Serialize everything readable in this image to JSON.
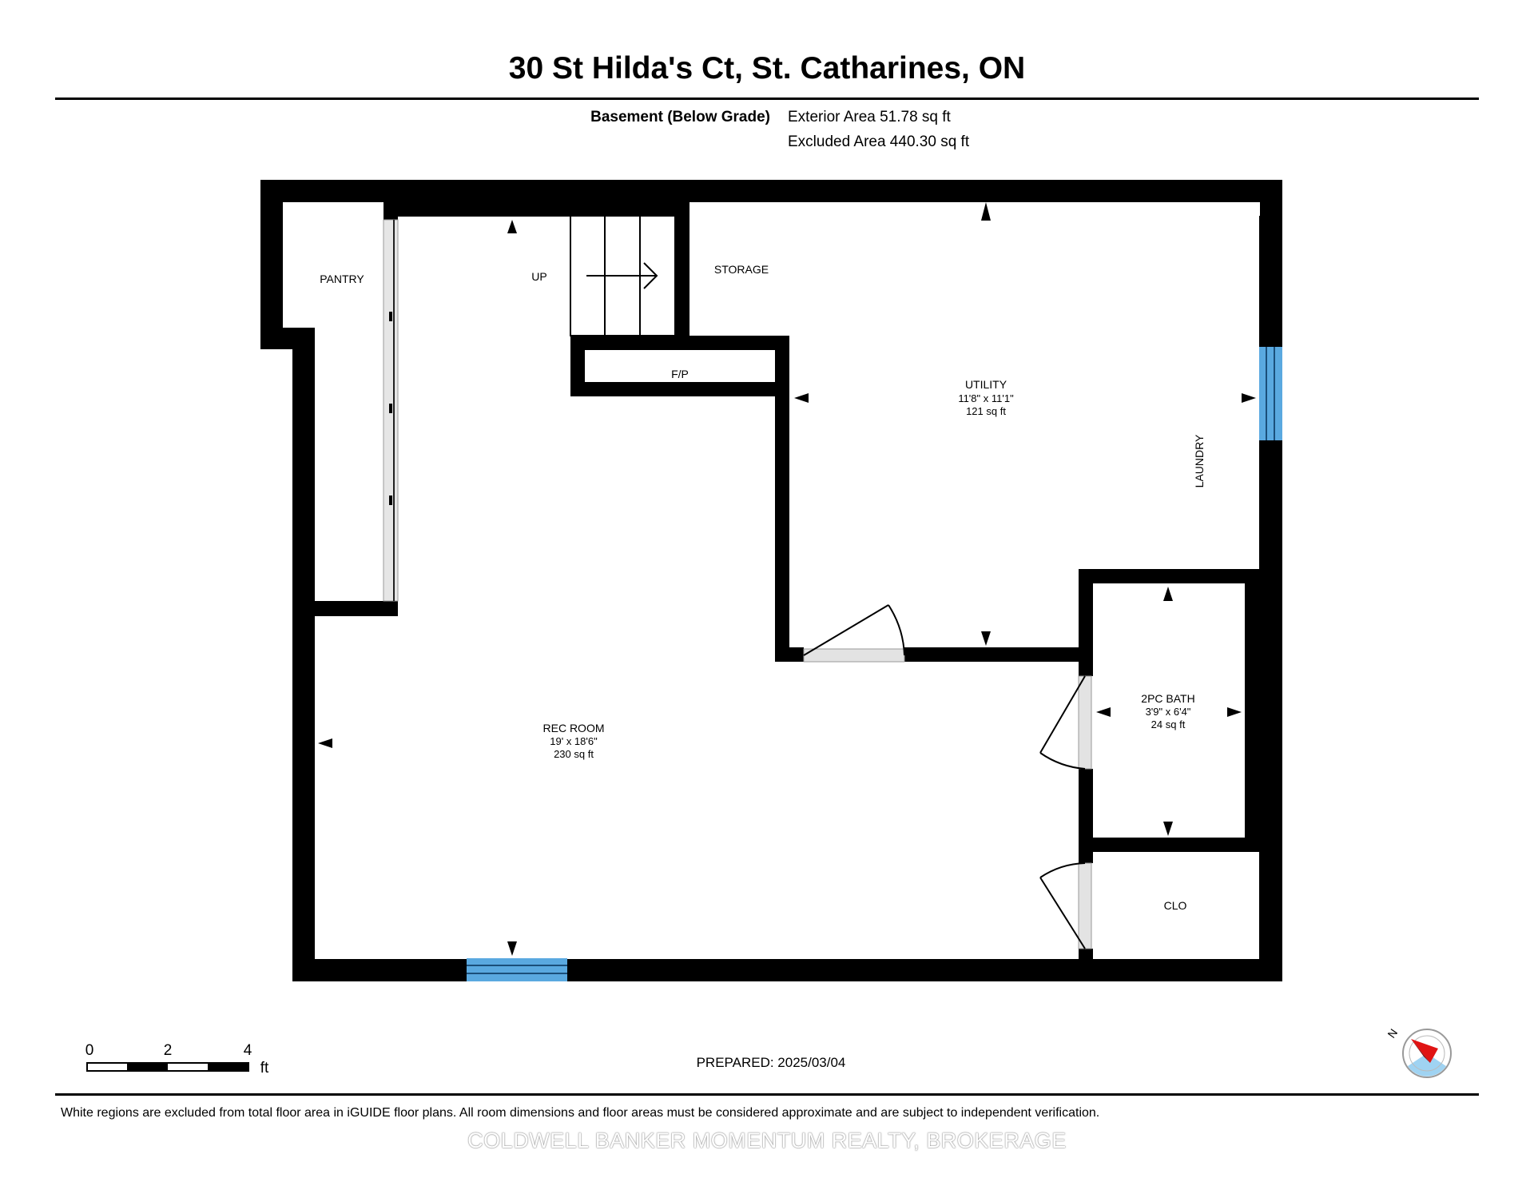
{
  "header": {
    "address": "30 St Hilda's Ct, St. Catharines, ON",
    "floor_label": "Basement (Below Grade)",
    "exterior_area": "Exterior Area 51.78 sq ft",
    "excluded_area": "Excluded Area 440.30 sq ft"
  },
  "rooms": {
    "pantry": {
      "name": "PANTRY"
    },
    "stairs": {
      "name": "UP"
    },
    "storage": {
      "name": "STORAGE"
    },
    "fireplace": {
      "name": "F/P"
    },
    "utility": {
      "name": "UTILITY",
      "dims": "11'8\" x 11'1\"",
      "area": "121 sq ft"
    },
    "laundry": {
      "name": "LAUNDRY"
    },
    "rec_room": {
      "name": "REC ROOM",
      "dims": "19' x 18'6\"",
      "area": "230 sq ft"
    },
    "bath": {
      "name": "2PC BATH",
      "dims": "3'9\" x 6'4\"",
      "area": "24 sq ft"
    },
    "closet": {
      "name": "CLO"
    }
  },
  "scale_bar": {
    "ticks": [
      "0",
      "2",
      "4"
    ],
    "unit": "ft"
  },
  "compass": {
    "label": "N"
  },
  "footer": {
    "prepared": "PREPARED: 2025/03/04",
    "disclaimer": "White regions are excluded from total floor area in iGUIDE floor plans. All room dimensions and floor areas must be considered approximate and are subject to independent verification.",
    "watermark": "COLDWELL BANKER MOMENTUM REALTY, BROKERAGE"
  },
  "colors": {
    "wall": "#000000",
    "window": "#5aa9e0",
    "door": "#e3e3e3",
    "compass_needle": "#e01414",
    "compass_disc": "#9fd3f2"
  }
}
